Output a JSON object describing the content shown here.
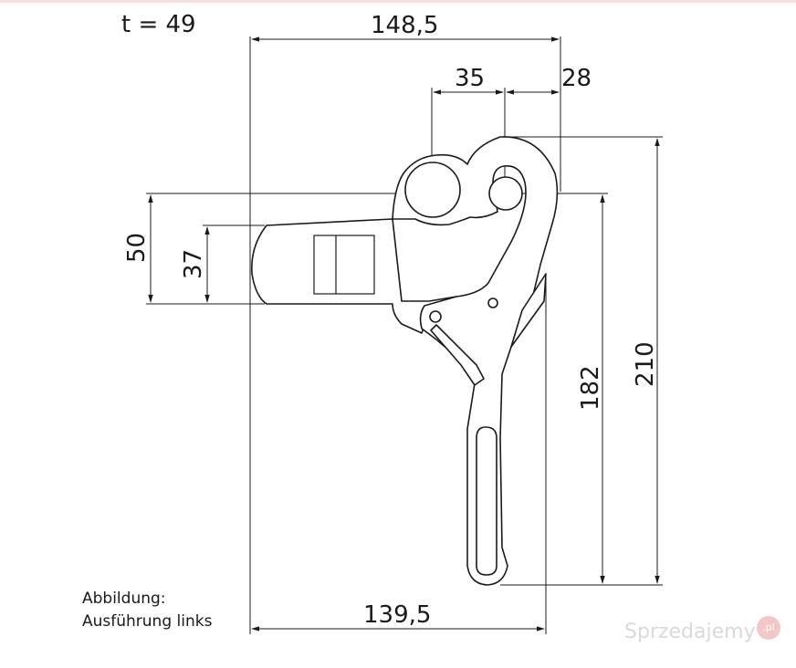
{
  "drawing": {
    "thickness": "t = 49",
    "dim_width_top": "148,5",
    "dim_width_bottom": "139,5",
    "dim_offset_a": "35",
    "dim_offset_b": "28",
    "dim_height_50": "50",
    "dim_height_37": "37",
    "dim_height_182": "182",
    "dim_height_210": "210"
  },
  "caption": {
    "line1": "Abbildung:",
    "line2": "Ausführung links"
  },
  "watermark": {
    "text": "Sprzedajemy",
    "badge": ".pl"
  }
}
